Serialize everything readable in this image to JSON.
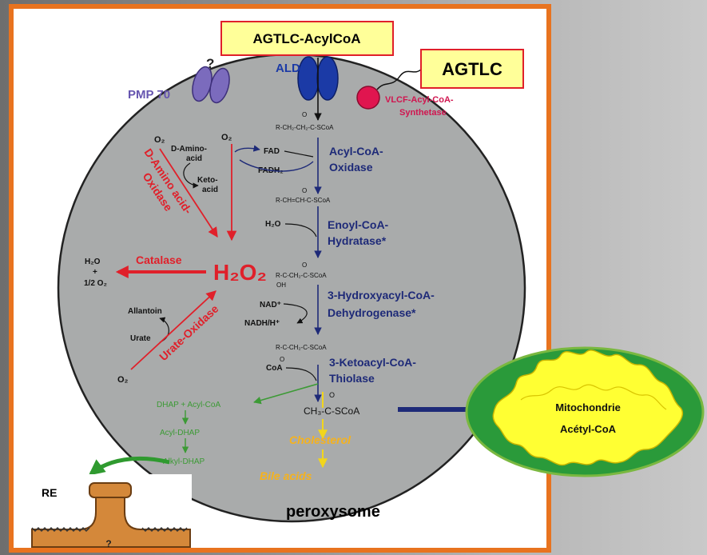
{
  "labels": {
    "agtlc_acylcoa": "AGTLC-AcylCoA",
    "agtlc": "AGTLC",
    "pmp70": "PMP 70",
    "question_top": "?",
    "aldp": "ALDP",
    "vlcf1": "VLCF-Acyl-CoA-",
    "vlcf2": "Synthetase",
    "sub1": "R-CH₂-CH₂-C-SCoA",
    "o_mark": "O",
    "fad": "FAD",
    "fadh2": "FADH₂",
    "acyl1": "Acyl-CoA-",
    "acyl2": "Oxidase",
    "sub2": "R-CH=CH-C-SCoA",
    "h2o": "H₂O",
    "enoyl1": "Enoyl-CoA-",
    "enoyl2": "Hydratase*",
    "sub3": "R-C-CH₂-C-SCoA",
    "oh": "OH",
    "nad": "NAD⁺",
    "nadh": "NADH/H⁺",
    "hyd1": "3-Hydroxyacyl-CoA-",
    "hyd2": "Dehydrogenase*",
    "sub4": "R-C-CH₂-C-SCoA",
    "coa": "CoA",
    "keto1": "3-Ketoacyl-CoA-",
    "keto2": "Thiolase",
    "o2_left": "O₂",
    "o2_right": "O₂",
    "damino1": "D-Amino-",
    "damino2": "acid",
    "ketoacid1": "Keto-",
    "ketoacid2": "acid",
    "daox1": "D-Amino acid-",
    "daox2": "Oxidase",
    "h2o2": "H₂O₂",
    "catalase": "Catalase",
    "h2o_out": "H₂O",
    "plus": "+",
    "half_o2": "1/2 O₂",
    "allantoin": "Allantoin",
    "urate": "Urate",
    "urate_ox": "Urate-Oxidase",
    "o2_bottom": "O₂",
    "dhap_acyl": "DHAP + Acyl-CoA",
    "acyl_dhap": "Acyl-DHAP",
    "alkyl_dhap": "Alkyl-DHAP",
    "acetyl": "CH₃-C-SCoA",
    "cholesterol": "Cholesterol",
    "bile": "Bile acids",
    "mito1": "Mitochondrie",
    "mito2": "Acétyl-CoA",
    "re": "RE",
    "er_question": "?",
    "peroxysome": "peroxysome"
  },
  "colors": {
    "frame": "#e8731f",
    "cell": "#a9abab",
    "red": "#e0202a",
    "navy": "#1e2a78",
    "green": "#3c9a35",
    "yellow": "#f2d61b",
    "mito": "#2a9a3a",
    "label_box": "#ffff99"
  }
}
